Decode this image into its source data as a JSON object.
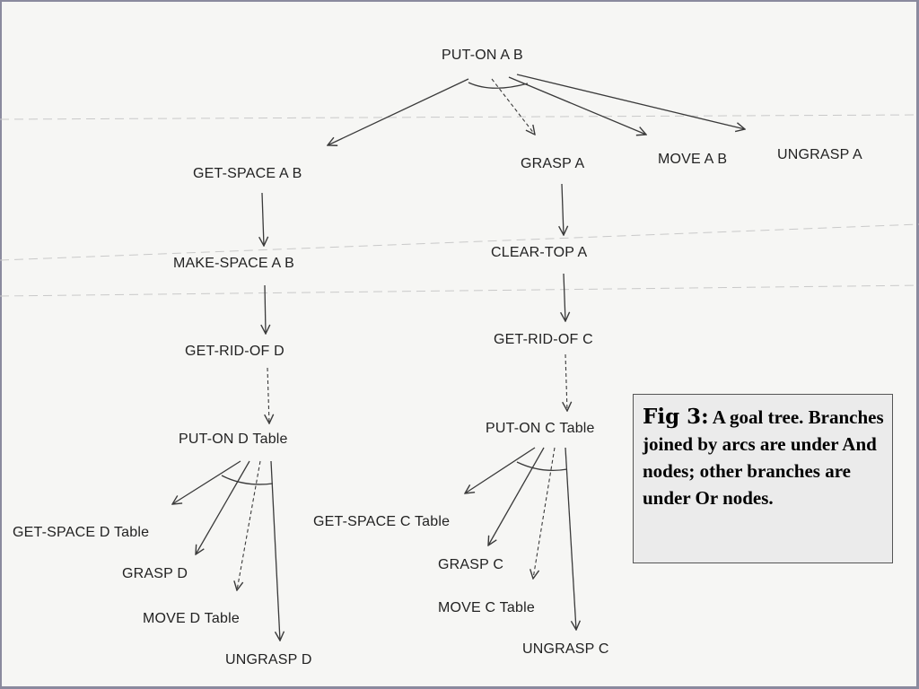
{
  "diagram": {
    "nodes": {
      "put_on_a_b": "PUT-ON A B",
      "get_space_a_b": "GET-SPACE A B",
      "grasp_a": "GRASP A",
      "move_a_b": "MOVE A B",
      "ungrasp_a": "UNGRASP A",
      "make_space_a_b": "MAKE-SPACE A B",
      "clear_top_a": "CLEAR-TOP A",
      "get_rid_of_d": "GET-RID-OF D",
      "get_rid_of_c": "GET-RID-OF C",
      "put_on_d_table": "PUT-ON D Table",
      "put_on_c_table": "PUT-ON C Table",
      "get_space_d_table": "GET-SPACE D Table",
      "grasp_d": "GRASP D",
      "move_d_table": "MOVE D Table",
      "ungrasp_d": "UNGRASP D",
      "get_space_c_table": "GET-SPACE C Table",
      "grasp_c": "GRASP C",
      "move_c_table": "MOVE C Table",
      "ungrasp_c": "UNGRASP C"
    }
  },
  "caption": {
    "title": "Fig 3:",
    "text": "A goal tree. Branches joined by arcs are under And nodes; other branches are under Or nodes."
  },
  "colors": {
    "ink": "#222222",
    "caption_background": "#ebebeb",
    "frame": "#8a8a9e"
  }
}
